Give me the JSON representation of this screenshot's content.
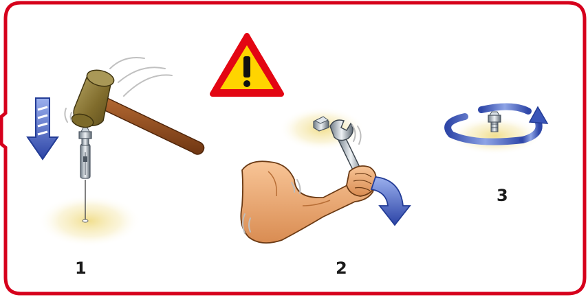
{
  "steps": [
    {
      "number": "1",
      "icon": "hammer-icon"
    },
    {
      "number": "2",
      "icon": "wrench-icon"
    },
    {
      "number": "3",
      "icon": "rotate-arrow-icon"
    }
  ],
  "warning": {
    "icon": "warning-triangle-icon",
    "symbol": "!"
  },
  "colors": {
    "frame": "#d6001c",
    "warning_border": "#e30613",
    "warning_fill": "#ffd400",
    "arrow_blue": "#3a55b8",
    "hammer_head": "#8d7a3a",
    "hammer_handle": "#8b4a1f",
    "skin": "#f2b37f",
    "glow": "#f3e6a3"
  }
}
